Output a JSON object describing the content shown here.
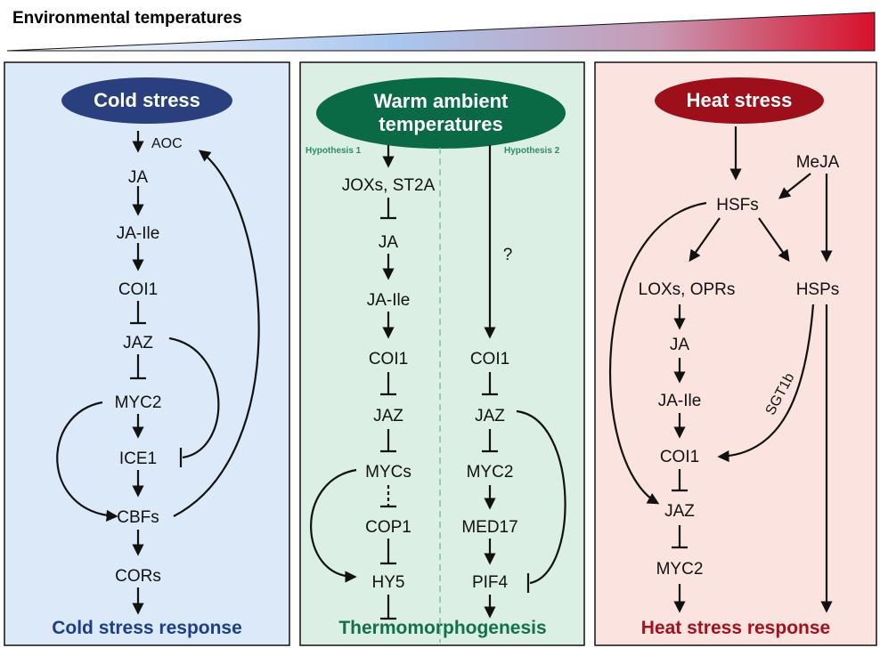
{
  "header": {
    "title": "Environmental temperatures"
  },
  "colors": {
    "cold_panel": "#dce9f8",
    "warm_panel": "#dcefe4",
    "heat_panel": "#fbe3df",
    "cold_oval": "#2a3f7e",
    "warm_oval": "#0b6a46",
    "heat_oval": "#9c0f1b",
    "cold_text": "#1b3f8b",
    "warm_text": "#12704a",
    "heat_text": "#a3101e"
  },
  "cold": {
    "oval": "Cold stress",
    "nodes": {
      "aoc": "AOC",
      "ja": "JA",
      "jaile": "JA-Ile",
      "coi1": "COI1",
      "jaz": "JAZ",
      "myc2": "MYC2",
      "ice1": "ICE1",
      "cbfs": "CBFs",
      "cors": "CORs"
    },
    "footer": "Cold stress response"
  },
  "warm": {
    "oval_line1": "Warm ambient",
    "oval_line2": "temperatures",
    "hypothesis1": "Hypothesis 1",
    "hypothesis2": "Hypothesis 2",
    "h1": {
      "joxs": "JOXs, ST2A",
      "ja": "JA",
      "jaile": "JA-Ile",
      "coi1": "COI1",
      "jaz": "JAZ",
      "mycs": "MYCs",
      "cop1": "COP1",
      "hy5": "HY5"
    },
    "h2": {
      "q": "?",
      "coi1": "COI1",
      "jaz": "JAZ",
      "myc2": "MYC2",
      "med17": "MED17",
      "pif4": "PIF4"
    },
    "footer": "Thermomorphogenesis"
  },
  "heat": {
    "oval": "Heat stress",
    "nodes": {
      "meja": "MeJA",
      "hsfs": "HSFs",
      "loxs": "LOXs, OPRs",
      "hsps": "HSPs",
      "ja": "JA",
      "jaile": "JA-Ile",
      "coi1": "COI1",
      "jaz": "JAZ",
      "myc2": "MYC2",
      "sgt1b": "SGT1b"
    },
    "footer": "Heat stress response"
  }
}
